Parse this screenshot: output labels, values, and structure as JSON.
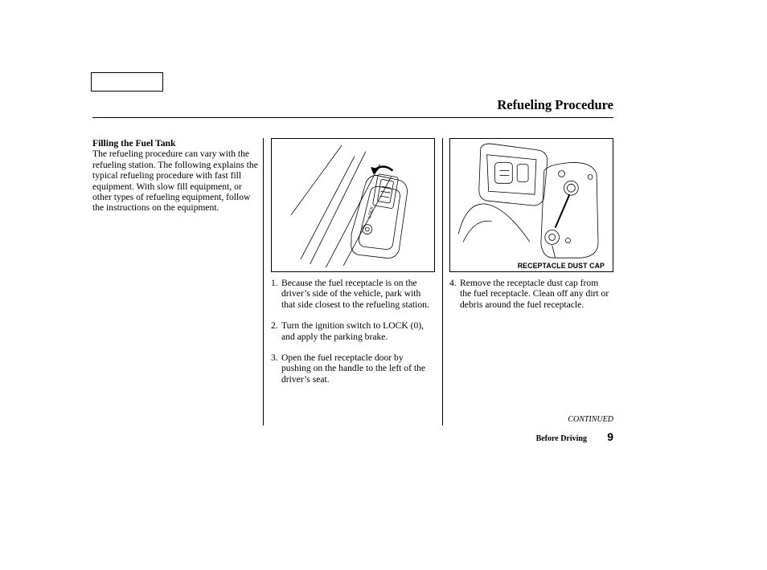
{
  "header": {
    "title": "Refueling Procedure"
  },
  "intro": {
    "heading": "Filling the Fuel Tank",
    "body": "The refueling procedure can vary with the refueling station. The following explains the typical refueling procedure with fast fill equipment. With slow fill equipment, or other types of refueling equipment, follow the instructions on the equipment."
  },
  "figures": {
    "ignition": {
      "label": "LOCK"
    },
    "fuel_door": {
      "caption": "RECEPTACLE DUST CAP"
    }
  },
  "steps_middle": [
    {
      "number": "1.",
      "text": "Because the fuel receptacle is on the driver’s side of the vehicle, park with that side closest to the refueling station."
    },
    {
      "number": "2.",
      "text": "Turn the ignition switch to LOCK (0), and apply the parking brake."
    },
    {
      "number": "3.",
      "text": "Open the fuel receptacle door by pushing on the handle to the left of the driver’s seat."
    }
  ],
  "steps_right": [
    {
      "number": "4.",
      "text": "Remove the receptacle dust cap from the fuel receptacle. Clean off any dirt or debris around the fuel receptacle."
    }
  ],
  "footer": {
    "continued": "CONTINUED",
    "section": "Before Driving",
    "page": "9"
  }
}
